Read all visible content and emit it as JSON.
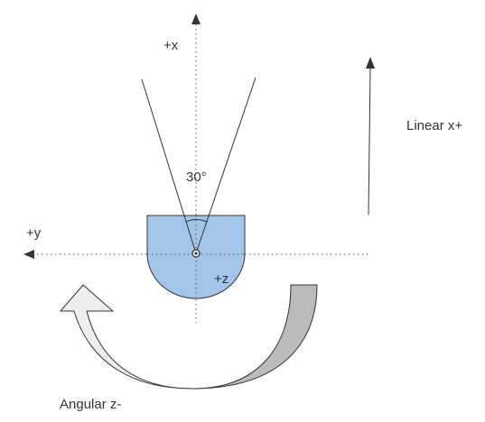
{
  "labels": {
    "x_axis": "+x",
    "y_axis": "+y",
    "z_axis": "+z",
    "angle": "30°",
    "linear": "Linear x+",
    "angular": "Angular z-"
  },
  "field_of_view_degrees": 30,
  "colors": {
    "robot_body": "#a4c5ea",
    "robot_outline": "#333333",
    "arrow_light": "#eeeeee",
    "arrow_dark": "#bbbbbb",
    "line": "#333333",
    "text": "#333333"
  }
}
